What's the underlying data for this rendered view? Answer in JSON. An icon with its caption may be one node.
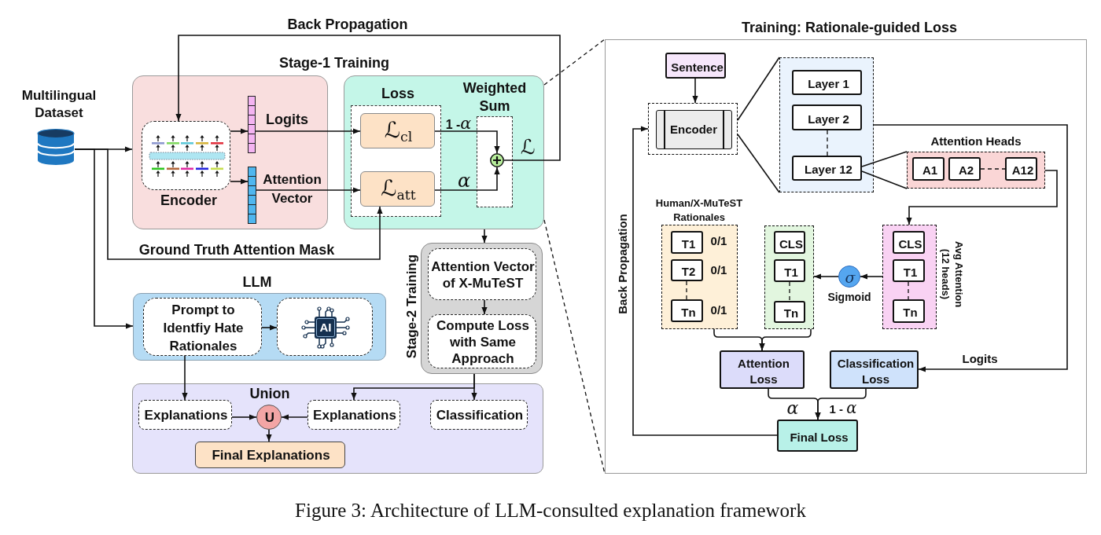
{
  "diagram": {
    "caption": "Figure 3: Architecture of LLM-consulted explanation framework",
    "nodes": [
      {
        "text": [],
        "shape": "cylinder",
        "beside": [
          "Multilingual Dataset"
        ]
      },
      {
        "text": [],
        "shape": "box"
      },
      {
        "text": [],
        "shape": "box",
        "in": 1,
        "beside": [
          "Encoder"
        ]
      },
      {
        "text": [],
        "shape": "bar",
        "in": 1,
        "beside": [
          "Logits"
        ]
      },
      {
        "text": [],
        "shape": "bar",
        "in": 1,
        "beside": [
          "Attention Vector"
        ]
      },
      {
        "text": [],
        "shape": "box"
      },
      {
        "text": [
          "Loss"
        ],
        "in": 5
      },
      {
        "text": [
          "ℒ$_{cl}$"
        ],
        "in": 6
      },
      {
        "text": [
          "ℒ$_{att}$"
        ],
        "in": 6
      },
      {
        "text": [],
        "shape": "box",
        "in": 5,
        "beside": [
          "Weighted Sum"
        ]
      },
      {
        "text": [],
        "shape": "circle",
        "in": 9,
        "beside": [
          "ℒ"
        ]
      },
      {
        "text": [
          "Stage-2 Training"
        ]
      },
      {
        "text": [
          "Attention Vector of X-MuTeST"
        ],
        "in": 11
      },
      {
        "text": [
          "Compute Loss with Same Approach"
        ],
        "in": 11
      },
      {
        "text": [
          "LLM"
        ]
      },
      {
        "text": [
          "Prompt to Identfiy Hate Rationales"
        ],
        "in": 14
      },
      {
        "text": [
          "AI"
        ],
        "in": 14
      },
      {
        "text": [
          "Union"
        ]
      },
      {
        "text": [
          "Explanations"
        ],
        "in": 17
      },
      {
        "text": [
          "U"
        ],
        "in": 17
      },
      {
        "text": [
          "Explanations"
        ],
        "in": 17
      },
      {
        "text": [
          "Classification"
        ],
        "in": 17
      },
      {
        "text": [
          "Final Explanations"
        ],
        "in": 17
      },
      {
        "text": [
          "Training: Rationale-guided Loss"
        ]
      },
      {
        "text": [
          "Sentence"
        ],
        "in": 23
      },
      {
        "text": [
          "Encoder"
        ],
        "in": 23
      },
      {
        "text": [],
        "shape": "box",
        "in": 23
      },
      {
        "text": [
          "Layer 1"
        ],
        "in": 26
      },
      {
        "text": [
          "Layer 2"
        ],
        "in": 26
      },
      {
        "text": [
          "Layer 12"
        ],
        "in": 26
      },
      {
        "text": [],
        "shape": "box",
        "in": 23,
        "beside": [
          "Attention Heads"
        ]
      },
      {
        "text": [
          "A1"
        ],
        "in": 30
      },
      {
        "text": [
          "A2"
        ],
        "in": 30
      },
      {
        "text": [
          "A12"
        ],
        "in": 30
      },
      {
        "text": [],
        "shape": "box",
        "in": 23,
        "beside": [
          "Human/X-MuTeST Rationales"
        ]
      },
      {
        "text": [
          "T1"
        ],
        "in": 34,
        "beside": [
          "0/1"
        ]
      },
      {
        "text": [
          "T2"
        ],
        "in": 34,
        "beside": [
          "0/1"
        ]
      },
      {
        "text": [
          "Tn"
        ],
        "in": 34,
        "beside": [
          "0/1"
        ]
      },
      {
        "text": [],
        "shape": "box",
        "in": 23
      },
      {
        "text": [
          "CLS"
        ],
        "in": 38
      },
      {
        "text": [
          "T1"
        ],
        "in": 38
      },
      {
        "text": [
          "Tn"
        ],
        "in": 38
      },
      {
        "text": [
          "σ"
        ],
        "in": 23,
        "beside": [
          "Sigmoid"
        ]
      },
      {
        "text": [
          "Avg Attention (12 heads)"
        ],
        "in": 23
      },
      {
        "text": [
          "CLS"
        ],
        "in": 43
      },
      {
        "text": [
          "T1"
        ],
        "in": 43
      },
      {
        "text": [
          "Tn"
        ],
        "in": 43
      },
      {
        "text": [
          "Attention Loss"
        ],
        "in": 23
      },
      {
        "text": [
          "Classification Loss"
        ],
        "in": 23
      },
      {
        "text": [
          "Final Loss"
        ],
        "in": 23
      }
    ],
    "edges": [
      {
        "from": 0,
        "to": 1,
        "arrow": "to"
      },
      {
        "from": 0,
        "to": 8,
        "arrow": "to",
        "label": "Ground Truth Attention Mask"
      },
      {
        "from": 0,
        "to": 14,
        "arrow": "to"
      },
      {
        "from": 2,
        "to": 3,
        "arrow": "to"
      },
      {
        "from": 2,
        "to": 4,
        "arrow": "to"
      },
      {
        "from": 3,
        "to": 7,
        "arrow": "to"
      },
      {
        "from": 4,
        "to": 8,
        "arrow": "to"
      },
      {
        "from": 7,
        "to": 10,
        "arrow": "to",
        "label": "1 -*α*"
      },
      {
        "from": 8,
        "to": 10,
        "arrow": "to",
        "label": "α"
      },
      {
        "from": 10,
        "to": 2,
        "arrow": "to",
        "label": "Back Propagation"
      },
      {
        "from": 5,
        "to": 11,
        "arrow": "to"
      },
      {
        "from": 12,
        "to": 13,
        "arrow": "to"
      },
      {
        "from": 15,
        "to": 16,
        "arrow": "to"
      },
      {
        "from": 15,
        "to": 18,
        "arrow": "to"
      },
      {
        "from": 18,
        "to": 19,
        "arrow": "to"
      },
      {
        "from": 20,
        "to": 19,
        "arrow": "to"
      },
      {
        "from": 19,
        "to": 22,
        "arrow": "to"
      },
      {
        "from": 11,
        "to": 20,
        "arrow": "to"
      },
      {
        "from": 11,
        "to": 21,
        "arrow": "to"
      },
      {
        "from": 5,
        "to": 23,
        "arrow": "none",
        "style": "dashed"
      },
      {
        "from": 5,
        "to": 23,
        "arrow": "none",
        "style": "dashed"
      },
      {
        "from": 24,
        "to": 25,
        "arrow": "to"
      },
      {
        "from": 25,
        "to": 26,
        "arrow": "none"
      },
      {
        "from": 25,
        "to": 26,
        "arrow": "none"
      },
      {
        "from": 28,
        "to": 29,
        "arrow": "none",
        "style": "dashed"
      },
      {
        "from": 29,
        "to": 30,
        "arrow": "none"
      },
      {
        "from": 29,
        "to": 30,
        "arrow": "none"
      },
      {
        "from": 32,
        "to": 33,
        "arrow": "none",
        "style": "dashed"
      },
      {
        "from": 30,
        "to": 43,
        "arrow": "to"
      },
      {
        "from": 26,
        "to": 48,
        "arrow": "to",
        "label": "Logits"
      },
      {
        "from": 36,
        "to": 37,
        "arrow": "none",
        "style": "dashed"
      },
      {
        "from": 40,
        "to": 41,
        "arrow": "none",
        "style": "dashed"
      },
      {
        "from": 45,
        "to": 46,
        "arrow": "none",
        "style": "dashed"
      },
      {
        "from": 43,
        "to": 42,
        "arrow": "to"
      },
      {
        "from": 42,
        "to": 38,
        "arrow": "to"
      },
      {
        "from": 34,
        "to": 47,
        "arrow": "to"
      },
      {
        "from": 38,
        "to": 47,
        "arrow": "to"
      },
      {
        "from": 47,
        "to": 49,
        "arrow": "to",
        "label": "α"
      },
      {
        "from": 48,
        "to": 49,
        "arrow": "to",
        "label": "1 - *α*"
      },
      {
        "from": 49,
        "to": 25,
        "arrow": "to",
        "label": "Back Propagation"
      }
    ],
    "labels": [
      "Stage-1 Training"
    ]
  }
}
